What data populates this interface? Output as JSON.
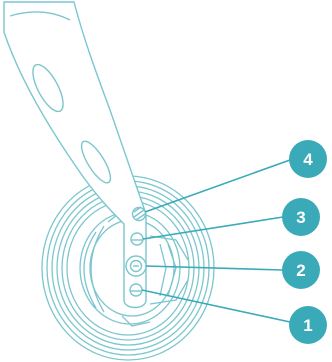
{
  "colors": {
    "outline": "#7cc6cf",
    "callout_fill": "#3aaab9",
    "callout_text": "#ffffff",
    "leader_line": "#3aaab9",
    "background": "#ffffff"
  },
  "callouts": [
    {
      "label": "4",
      "target": "top-hole"
    },
    {
      "label": "3",
      "target": "second-hole"
    },
    {
      "label": "2",
      "target": "center-screw"
    },
    {
      "label": "1",
      "target": "bottom-hole"
    }
  ]
}
